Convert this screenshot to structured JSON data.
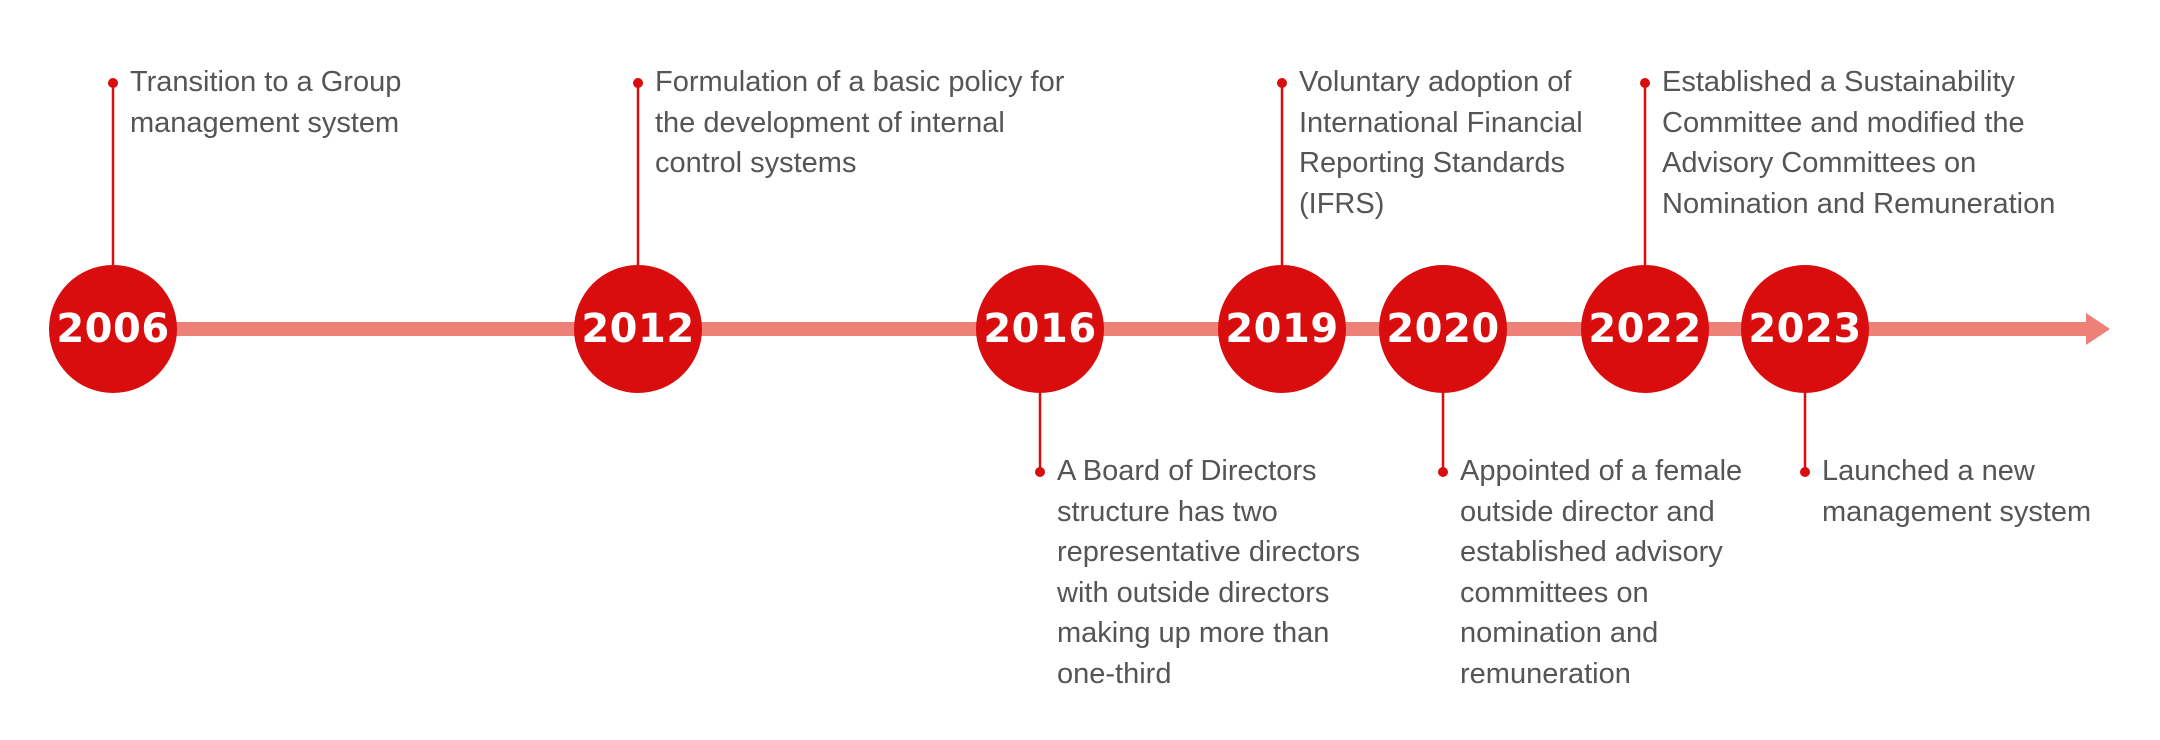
{
  "timeline": {
    "colors": {
      "marker": "#d90d0d",
      "line": "#ee8078",
      "text": "#555555",
      "year_text": "#ffffff"
    },
    "milestones": [
      {
        "year": "2006",
        "position": "above",
        "text": "Transition to a Group\nmanagement system"
      },
      {
        "year": "2012",
        "position": "above",
        "text": "Formulation of a basic policy for\nthe development of internal\ncontrol systems"
      },
      {
        "year": "2016",
        "position": "below",
        "text": "A Board of Directors\nstructure has two\nrepresentative directors\nwith outside directors\nmaking up more than\none-third"
      },
      {
        "year": "2019",
        "position": "above",
        "text": "Voluntary adoption of\nInternational Financial\nReporting Standards\n(IFRS)"
      },
      {
        "year": "2020",
        "position": "below",
        "text": "Appointed of a female\noutside director and\nestablished advisory\ncommittees on\nnomination and\nremuneration"
      },
      {
        "year": "2022",
        "position": "above",
        "text": "Established a Sustainability\nCommittee and modified the\nAdvisory Committees on\nNomination and Remuneration"
      },
      {
        "year": "2023",
        "position": "below",
        "text": "Launched a new\nmanagement system"
      }
    ]
  }
}
